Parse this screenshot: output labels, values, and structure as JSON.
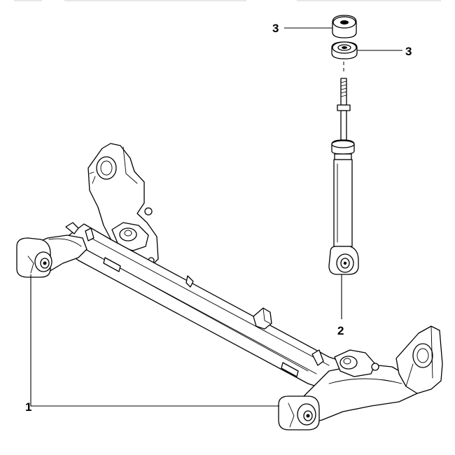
{
  "diagram": {
    "callouts": [
      {
        "id": "beam-bushings",
        "label": "1"
      },
      {
        "id": "shock-absorber",
        "label": "2"
      },
      {
        "id": "upper-mount-top",
        "label": "3"
      },
      {
        "id": "upper-mount-lower",
        "label": "3"
      }
    ]
  }
}
